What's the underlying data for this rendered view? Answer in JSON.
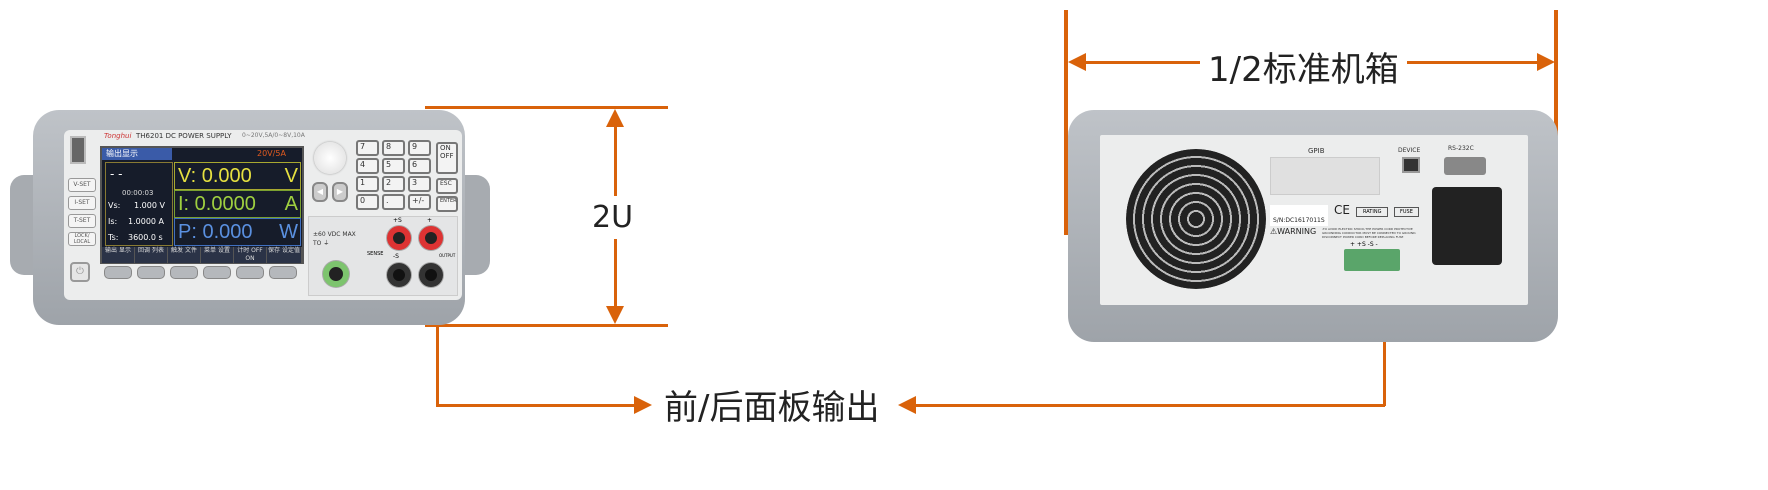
{
  "annotations": {
    "chassis_label": "1/2标准机箱",
    "height_label": "2U",
    "output_label": "前/后面板输出",
    "accent_color": "#d9620a"
  },
  "front_panel": {
    "brand": "Tonghui",
    "model": "TH6201 DC POWER SUPPLY",
    "range": "0~20V,5A/0~8V,10A",
    "screen": {
      "title": "输出显示",
      "mode": "20V/5A",
      "status": "- -",
      "timer": "00:00:03",
      "vs_label": "Vs:",
      "vs_value": "1.000 V",
      "is_label": "Is:",
      "is_value": "1.0000 A",
      "ts_label": "Ts:",
      "ts_value": "3600.0 s",
      "v_reading": "V: 0.000",
      "v_unit": "V",
      "i_reading": "I: 0.0000",
      "i_unit": "A",
      "p_reading": "P: 0.000",
      "p_unit": "W",
      "softkeys": [
        "输出 显示",
        "回调 列表",
        "触发 文件",
        "菜单 设置",
        "计时 OFF ON",
        "保存 设定值"
      ]
    },
    "side_buttons": [
      "V-SET",
      "I-SET",
      "T-SET",
      "LOCK/ LOCAL"
    ],
    "keypad": [
      "7",
      "8",
      "9",
      "4",
      "5",
      "6",
      "1",
      "2",
      "3",
      "0",
      ".",
      "+/-"
    ],
    "right_buttons": [
      "ON OFF",
      "ESC",
      "ENTER"
    ],
    "terminal_labels": {
      "warning": "±60 VDC MAX TO ⏚",
      "sense_plus": "+S",
      "sense_minus": "-S",
      "sense": "SENSE",
      "plus": "+",
      "output": "OUTPUT"
    }
  },
  "rear_panel": {
    "gpib": "GPIB",
    "device": "DEVICE",
    "rs232": "RS-232C",
    "serial": "S/N:DC1617011S",
    "warning": "⚠WARNING",
    "warning_text": "-TO AVOID ELECTRIC SHOCK,THE POWER CORD PROTECTIVE GROUNDING CONDUCTOR MUST BE CONNECTED TO GROUND. DISCONNECT POWER CORD BEFORE REPLACING FUSE",
    "rating": "RATING",
    "fuse": "FUSE",
    "ce": "CE",
    "terminal": "+ +S -S -"
  }
}
